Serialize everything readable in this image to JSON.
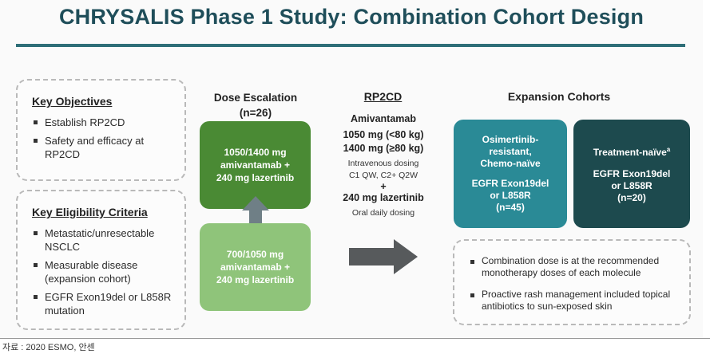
{
  "title": "CHRYSALIS Phase 1 Study: Combination Cohort Design",
  "objectives": {
    "heading": "Key Objectives",
    "items": [
      "Establish RP2CD",
      "Safety and efficacy at RP2CD"
    ]
  },
  "eligibility": {
    "heading": "Key Eligibility Criteria",
    "items": [
      "Metastatic/unresectable NSCLC",
      "Measurable disease (expansion cohort)",
      "EGFR Exon19del or L858R mutation"
    ]
  },
  "dose_escalation": {
    "heading": "Dose Escalation",
    "n": "(n=26)",
    "upper": [
      "1050/1400 mg",
      "amivantamab +",
      "240 mg lazertinib"
    ],
    "lower": [
      "700/1050 mg",
      "amivantamab +",
      "240 mg lazertinib"
    ]
  },
  "rp2cd": {
    "heading": "RP2CD",
    "drug1": "Amivantamab",
    "dose1": "1050 mg (<80 kg)",
    "dose2": "1400 mg (≥80 kg)",
    "route1": "Intravenous dosing",
    "schedule1": "C1 QW, C2+ Q2W",
    "plus": "+",
    "drug2": "240 mg lazertinib",
    "route2": "Oral daily dosing"
  },
  "expansion": {
    "heading": "Expansion Cohorts",
    "cohort1": [
      "Osimertinib-",
      "resistant,",
      "Chemo-naïve",
      "",
      "EGFR Exon19del",
      "or L858R",
      "(n=45)"
    ],
    "cohort2_title": "Treatment-naïve",
    "cohort2_sup": "a",
    "cohort2": [
      "EGFR Exon19del",
      "or L858R",
      "(n=20)"
    ],
    "notes": [
      "Combination dose is at the recommended monotherapy doses of each molecule",
      "Proactive rash management included topical antibiotics to sun-exposed skin"
    ]
  },
  "source": "자료 : 2020 ESMO, 안센",
  "colors": {
    "title": "#1f4e5a",
    "dark_green": "#4a8a34",
    "light_green": "#8fc47a",
    "teal": "#2a8a96",
    "dark_teal": "#1d4a4e",
    "arrow": "#555555"
  }
}
